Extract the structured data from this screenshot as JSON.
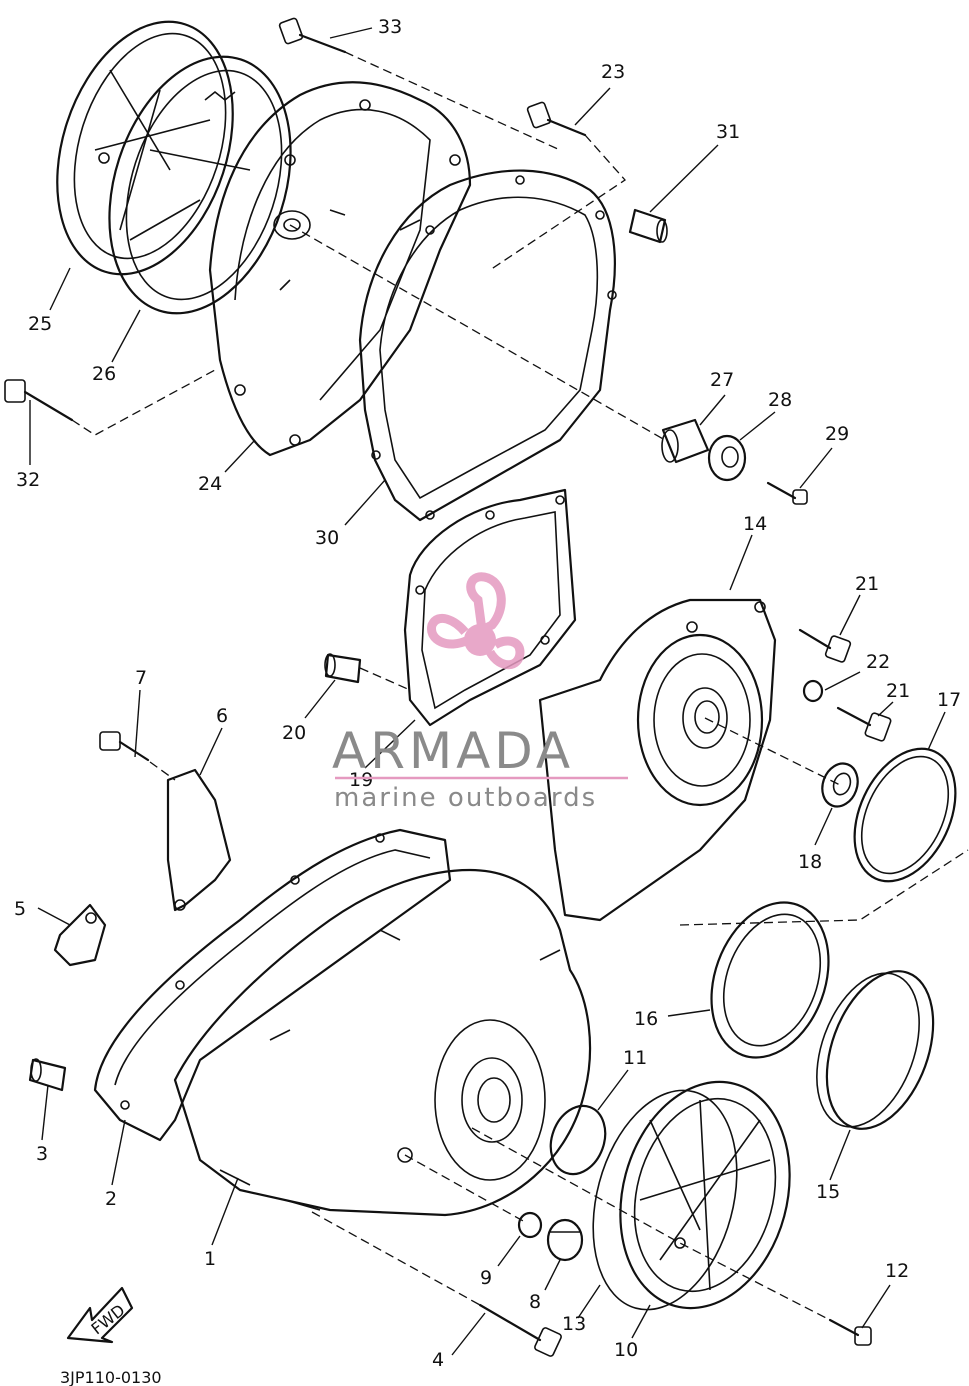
{
  "drawing_code": "3JP110-0130",
  "fwd_label": "FWD",
  "watermark": {
    "title": "ARMADA",
    "subtitle": "marine outboards",
    "logo_color": "#e59ac0",
    "text_color": "#8a8a8a"
  },
  "callouts": [
    {
      "id": "1",
      "label": "1"
    },
    {
      "id": "2",
      "label": "2"
    },
    {
      "id": "3",
      "label": "3"
    },
    {
      "id": "4",
      "label": "4"
    },
    {
      "id": "5",
      "label": "5"
    },
    {
      "id": "6",
      "label": "6"
    },
    {
      "id": "7",
      "label": "7"
    },
    {
      "id": "8",
      "label": "8"
    },
    {
      "id": "9",
      "label": "9"
    },
    {
      "id": "10",
      "label": "10"
    },
    {
      "id": "11",
      "label": "11"
    },
    {
      "id": "12",
      "label": "12"
    },
    {
      "id": "13",
      "label": "13"
    },
    {
      "id": "14",
      "label": "14"
    },
    {
      "id": "15",
      "label": "15"
    },
    {
      "id": "16",
      "label": "16"
    },
    {
      "id": "17",
      "label": "17"
    },
    {
      "id": "18",
      "label": "18"
    },
    {
      "id": "19",
      "label": "19"
    },
    {
      "id": "20",
      "label": "20"
    },
    {
      "id": "21a",
      "label": "21"
    },
    {
      "id": "21b",
      "label": "21"
    },
    {
      "id": "22",
      "label": "22"
    },
    {
      "id": "23",
      "label": "23"
    },
    {
      "id": "24",
      "label": "24"
    },
    {
      "id": "25",
      "label": "25"
    },
    {
      "id": "26",
      "label": "26"
    },
    {
      "id": "27",
      "label": "27"
    },
    {
      "id": "28",
      "label": "28"
    },
    {
      "id": "29",
      "label": "29"
    },
    {
      "id": "30",
      "label": "30"
    },
    {
      "id": "31",
      "label": "31"
    },
    {
      "id": "32",
      "label": "32"
    },
    {
      "id": "33",
      "label": "33"
    }
  ]
}
